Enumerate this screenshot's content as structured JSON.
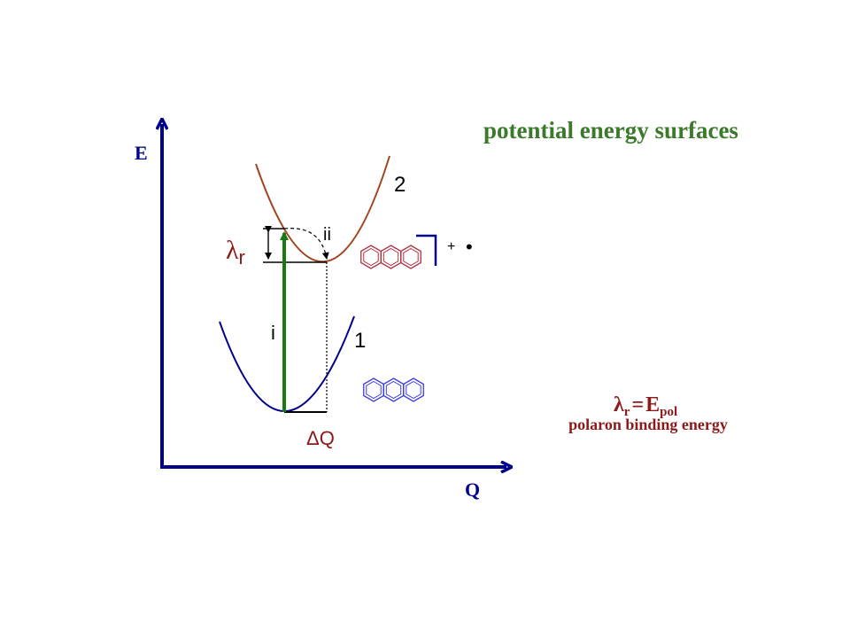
{
  "title": "potential energy surfaces",
  "axes": {
    "y_label": "E",
    "x_label": "Q"
  },
  "curves": {
    "lower_label": "1",
    "upper_label": "2"
  },
  "transitions": {
    "vertical_label": "i",
    "relax_label": "ii"
  },
  "lambda": {
    "symbol": "λ",
    "subscript": "r"
  },
  "delta_q": {
    "symbol": "Δ",
    "letter": "Q"
  },
  "cation_marker": {
    "plus": "+",
    "dot": "•"
  },
  "equation": {
    "lhs_symbol": "λ",
    "lhs_sub": "r",
    "equals": "=",
    "rhs": "E",
    "rhs_sub": "pol"
  },
  "caption": "polaron binding energy",
  "colors": {
    "axis": "#00008b",
    "lower_curve": "#00008b",
    "upper_curve": "#a0461e",
    "title": "#3a7a2a",
    "arrow_green": "#1a7a12",
    "label_red": "#8b1a1a",
    "neutral_molecule": "#3b3bdb",
    "cation_molecule": "#b03040"
  },
  "icons": {
    "neutral": "anthracene-neutral-icon",
    "cation": "anthracene-cation-icon"
  }
}
